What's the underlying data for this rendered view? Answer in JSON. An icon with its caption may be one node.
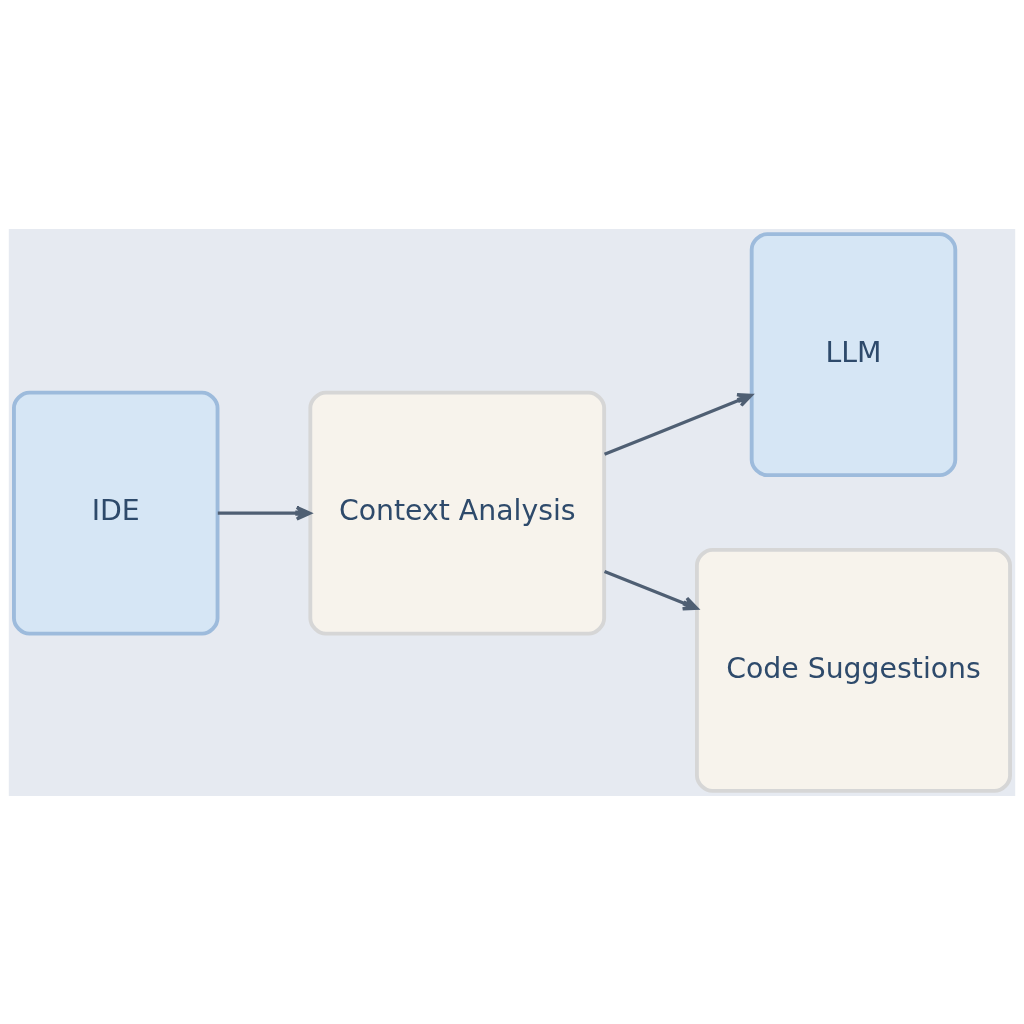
{
  "diagram": {
    "nodes": [
      {
        "text": [
          "IDE"
        ]
      },
      {
        "text": [
          "Context Analysis"
        ]
      },
      {
        "text": [
          "LLM"
        ]
      },
      {
        "text": [
          "Code Suggestions"
        ]
      }
    ],
    "edges": [
      {
        "from": 0,
        "to": 1,
        "arrow": "to"
      },
      {
        "from": 1,
        "to": 2,
        "arrow": "to"
      },
      {
        "from": 1,
        "to": 3,
        "arrow": "to"
      }
    ]
  }
}
